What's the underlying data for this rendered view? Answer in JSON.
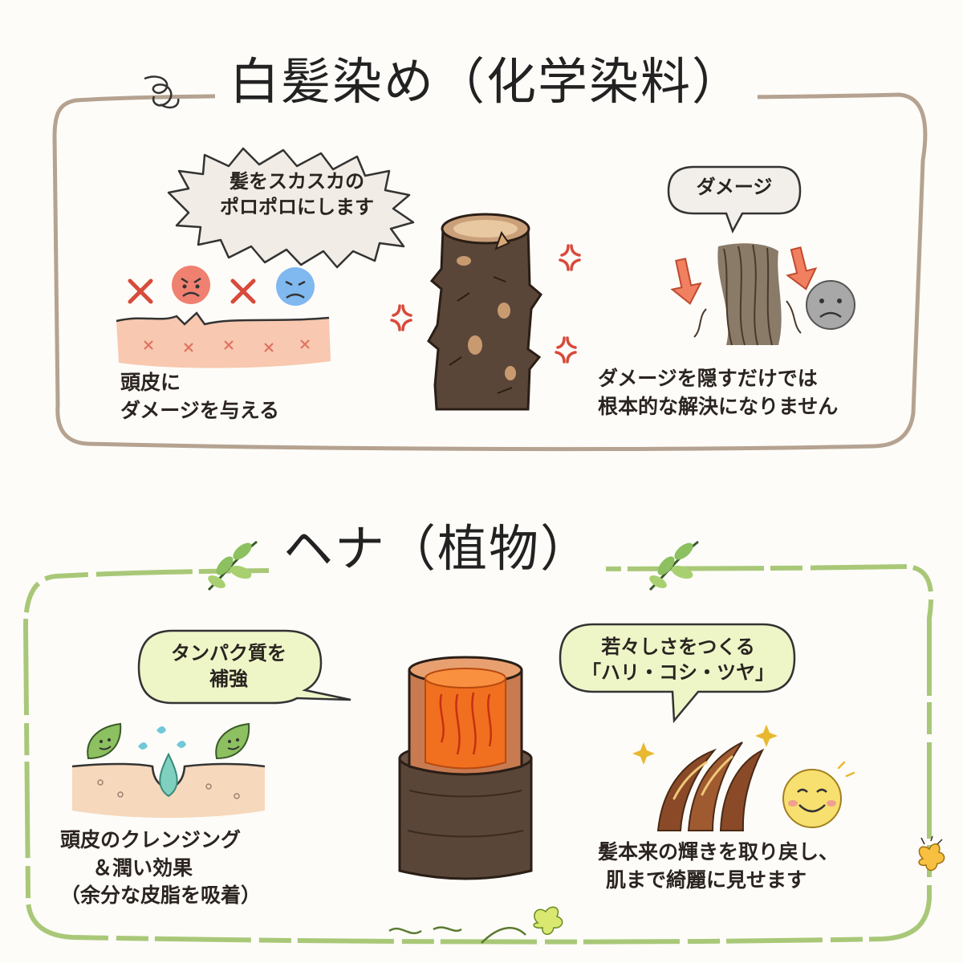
{
  "chemical": {
    "title": "白髪染め（化学染料）",
    "bubble_line1": "髪をスカスカの",
    "bubble_line2": "ポロポロにします",
    "damage_bubble": "ダメージ",
    "scalp_caption_line1": "頭皮に",
    "scalp_caption_line2": "ダメージを与える",
    "hair_caption_line1": "ダメージを隠すだけでは",
    "hair_caption_line2": "根本的な解決になりません",
    "colors": {
      "border": "#b5a290",
      "hair": "#5a4638",
      "accent": "#e04a3a"
    }
  },
  "henna": {
    "title": "ヘナ（植物）",
    "bubble_line1": "タンパク質を",
    "bubble_line2": "補強",
    "youth_bubble_line1": "若々しさをつくる",
    "youth_bubble_line2": "「ハリ・コシ・ツヤ」",
    "scalp_caption_line1": "頭皮のクレンジング",
    "scalp_caption_line2": "＆潤い効果",
    "scalp_caption_line3": "（余分な皮脂を吸着）",
    "shine_caption_line1": "髪本来の輝きを取り戻し、",
    "shine_caption_line2": "肌まで綺麗に見せます",
    "colors": {
      "border": "#a8c878",
      "bubble": "#eef6c8",
      "core": "#f07020",
      "leaf": "#8cc060"
    }
  },
  "icons": [
    "angry-face-icon",
    "sad-face-icon",
    "cross-mark-icon",
    "anger-mark-icon",
    "down-arrow-icon",
    "gloomy-face-icon",
    "leaf-icon",
    "smiley-leaf-icon",
    "sparkle-icon",
    "smile-face-icon",
    "spiral-icon",
    "flower-icon"
  ]
}
